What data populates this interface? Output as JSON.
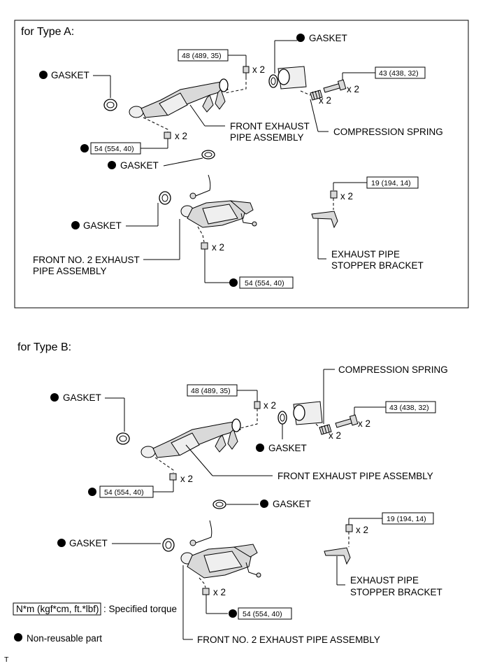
{
  "panel_a": {
    "title": "for Type A:",
    "gasket_top_right": "GASKET",
    "gasket_left": "GASKET",
    "gasket_middle": "GASKET",
    "gasket_lower_left": "GASKET",
    "torque_bolt_top": "48 (489, 35)",
    "torque_spring_bolt": "43 (438, 32)",
    "torque_nut_front": "54 (554, 40)",
    "torque_nut_no2": "54 (554, 40)",
    "torque_bracket": "19 (194, 14)",
    "qty_bolt_top": "x 2",
    "qty_spring_bolt": "x 2",
    "qty_spring": "x 2",
    "qty_nut_front": "x 2",
    "qty_nut_no2": "x 2",
    "qty_bracket": "x 2",
    "front_pipe_line1": "FRONT EXHAUST",
    "front_pipe_line2": "PIPE ASSEMBLY",
    "compression_spring": "COMPRESSION SPRING",
    "no2_pipe_line1": "FRONT NO. 2 EXHAUST",
    "no2_pipe_line2": "PIPE ASSEMBLY",
    "bracket_line1": "EXHAUST PIPE",
    "bracket_line2": "STOPPER BRACKET"
  },
  "panel_b": {
    "title": "for Type B:",
    "compression_spring": "COMPRESSION SPRING",
    "gasket_left": "GASKET",
    "gasket_center": "GASKET",
    "gasket_middle": "GASKET",
    "gasket_lower_left": "GASKET",
    "torque_bolt_top": "48 (489, 35)",
    "torque_spring_bolt": "43 (438, 32)",
    "torque_nut_front": "54 (554, 40)",
    "torque_nut_no2": "54 (554, 40)",
    "torque_bracket": "19 (194, 14)",
    "qty_bolt_top": "x 2",
    "qty_spring_bolt": "x 2",
    "qty_spring": "x 2",
    "qty_nut_front": "x 2",
    "qty_nut_no2": "x 2",
    "qty_bracket": "x 2",
    "front_pipe": "FRONT EXHAUST PIPE ASSEMBLY",
    "no2_pipe": "FRONT NO. 2 EXHAUST PIPE ASSEMBLY",
    "bracket_line1": "EXHAUST PIPE",
    "bracket_line2": "STOPPER BRACKET"
  },
  "legend": {
    "torque_units": "N*m (kgf*cm, ft.*lbf)",
    "torque_desc": ": Specified torque",
    "nonreusable": "Non-reusable part"
  },
  "corner_mark": "T"
}
